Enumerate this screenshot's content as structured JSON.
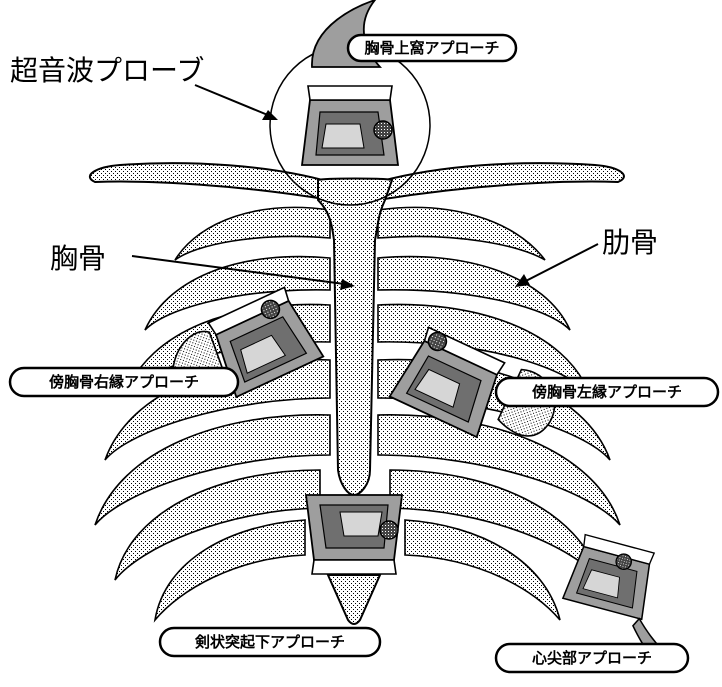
{
  "labels": {
    "probe": "超音波プローブ",
    "sternum": "胸骨",
    "rib": "肋骨"
  },
  "approaches": {
    "suprasternal": "胸骨上窩アプローチ",
    "right_parasternal": "傍胸骨右縁アプローチ",
    "left_parasternal": "傍胸骨左縁アプローチ",
    "subxiphoid": "剣状突起下アプローチ",
    "apical": "心尖部アプローチ"
  },
  "colors": {
    "bone_dots": "#000000",
    "probe_body": "#9e9e9e",
    "probe_face": "#6f6f6f",
    "outline": "#000000",
    "background": "#ffffff"
  },
  "icons": {
    "marker": "probe-index-marker",
    "probe": "ultrasound-probe-icon"
  }
}
